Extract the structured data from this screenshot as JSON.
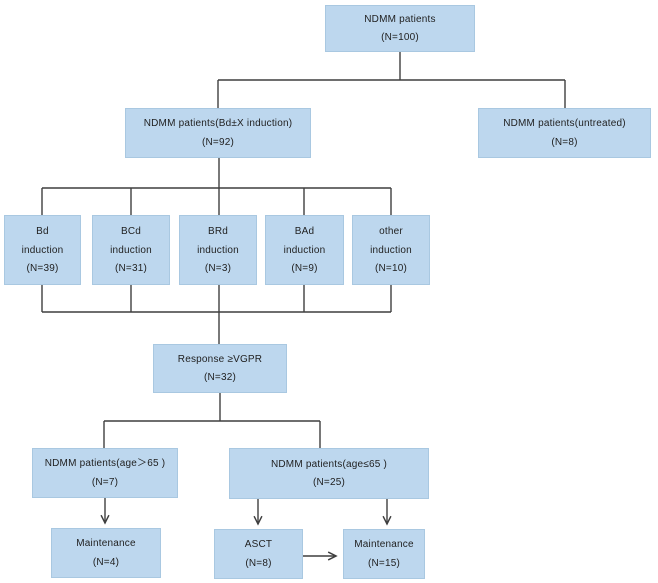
{
  "figure": {
    "type": "flowchart",
    "description": "NDMM patient disposition flow diagram",
    "background": "#ffffff"
  },
  "colors": {
    "node_fill": "#BDD7EE",
    "node_border": "#A9C8E1",
    "connector": "#3F3F3F",
    "text": "#1F1F1F"
  },
  "nodes": {
    "root": {
      "line1": "NDMM patients",
      "line2": "(N=100)"
    },
    "arm": {
      "line1": "NDMM patients(Bd±X induction)",
      "line2": "(N=92)"
    },
    "untreated": {
      "line1": "NDMM patients(untreated)",
      "line2": "(N=8)"
    },
    "bd": {
      "line1": "Bd",
      "line2": "induction",
      "line3": "(N=39)"
    },
    "bcd": {
      "line1": "BCd",
      "line2": "induction",
      "line3": "(N=31)"
    },
    "brd": {
      "line1": "BRd",
      "line2": "induction",
      "line3": "(N=3)"
    },
    "bad": {
      "line1": "BAd",
      "line2": "induction",
      "line3": "(N=9)"
    },
    "other": {
      "line1": "other",
      "line2": "induction",
      "line3": "(N=10)"
    },
    "response": {
      "line1": "Response ≥VGPR",
      "line2": "(N=32)"
    },
    "age_over": {
      "line1": "NDMM patients(age＞65 )",
      "line2": "(N=7)"
    },
    "age_under": {
      "line1": "NDMM patients(age≤65 )",
      "line2": "(N=25)"
    },
    "maint_over": {
      "line1": "Maintenance",
      "line2": "(N=4)"
    },
    "asct": {
      "line1": "ASCT",
      "line2": "(N=8)"
    },
    "maint_under": {
      "line1": "Maintenance",
      "line2": "(N=15)"
    }
  }
}
